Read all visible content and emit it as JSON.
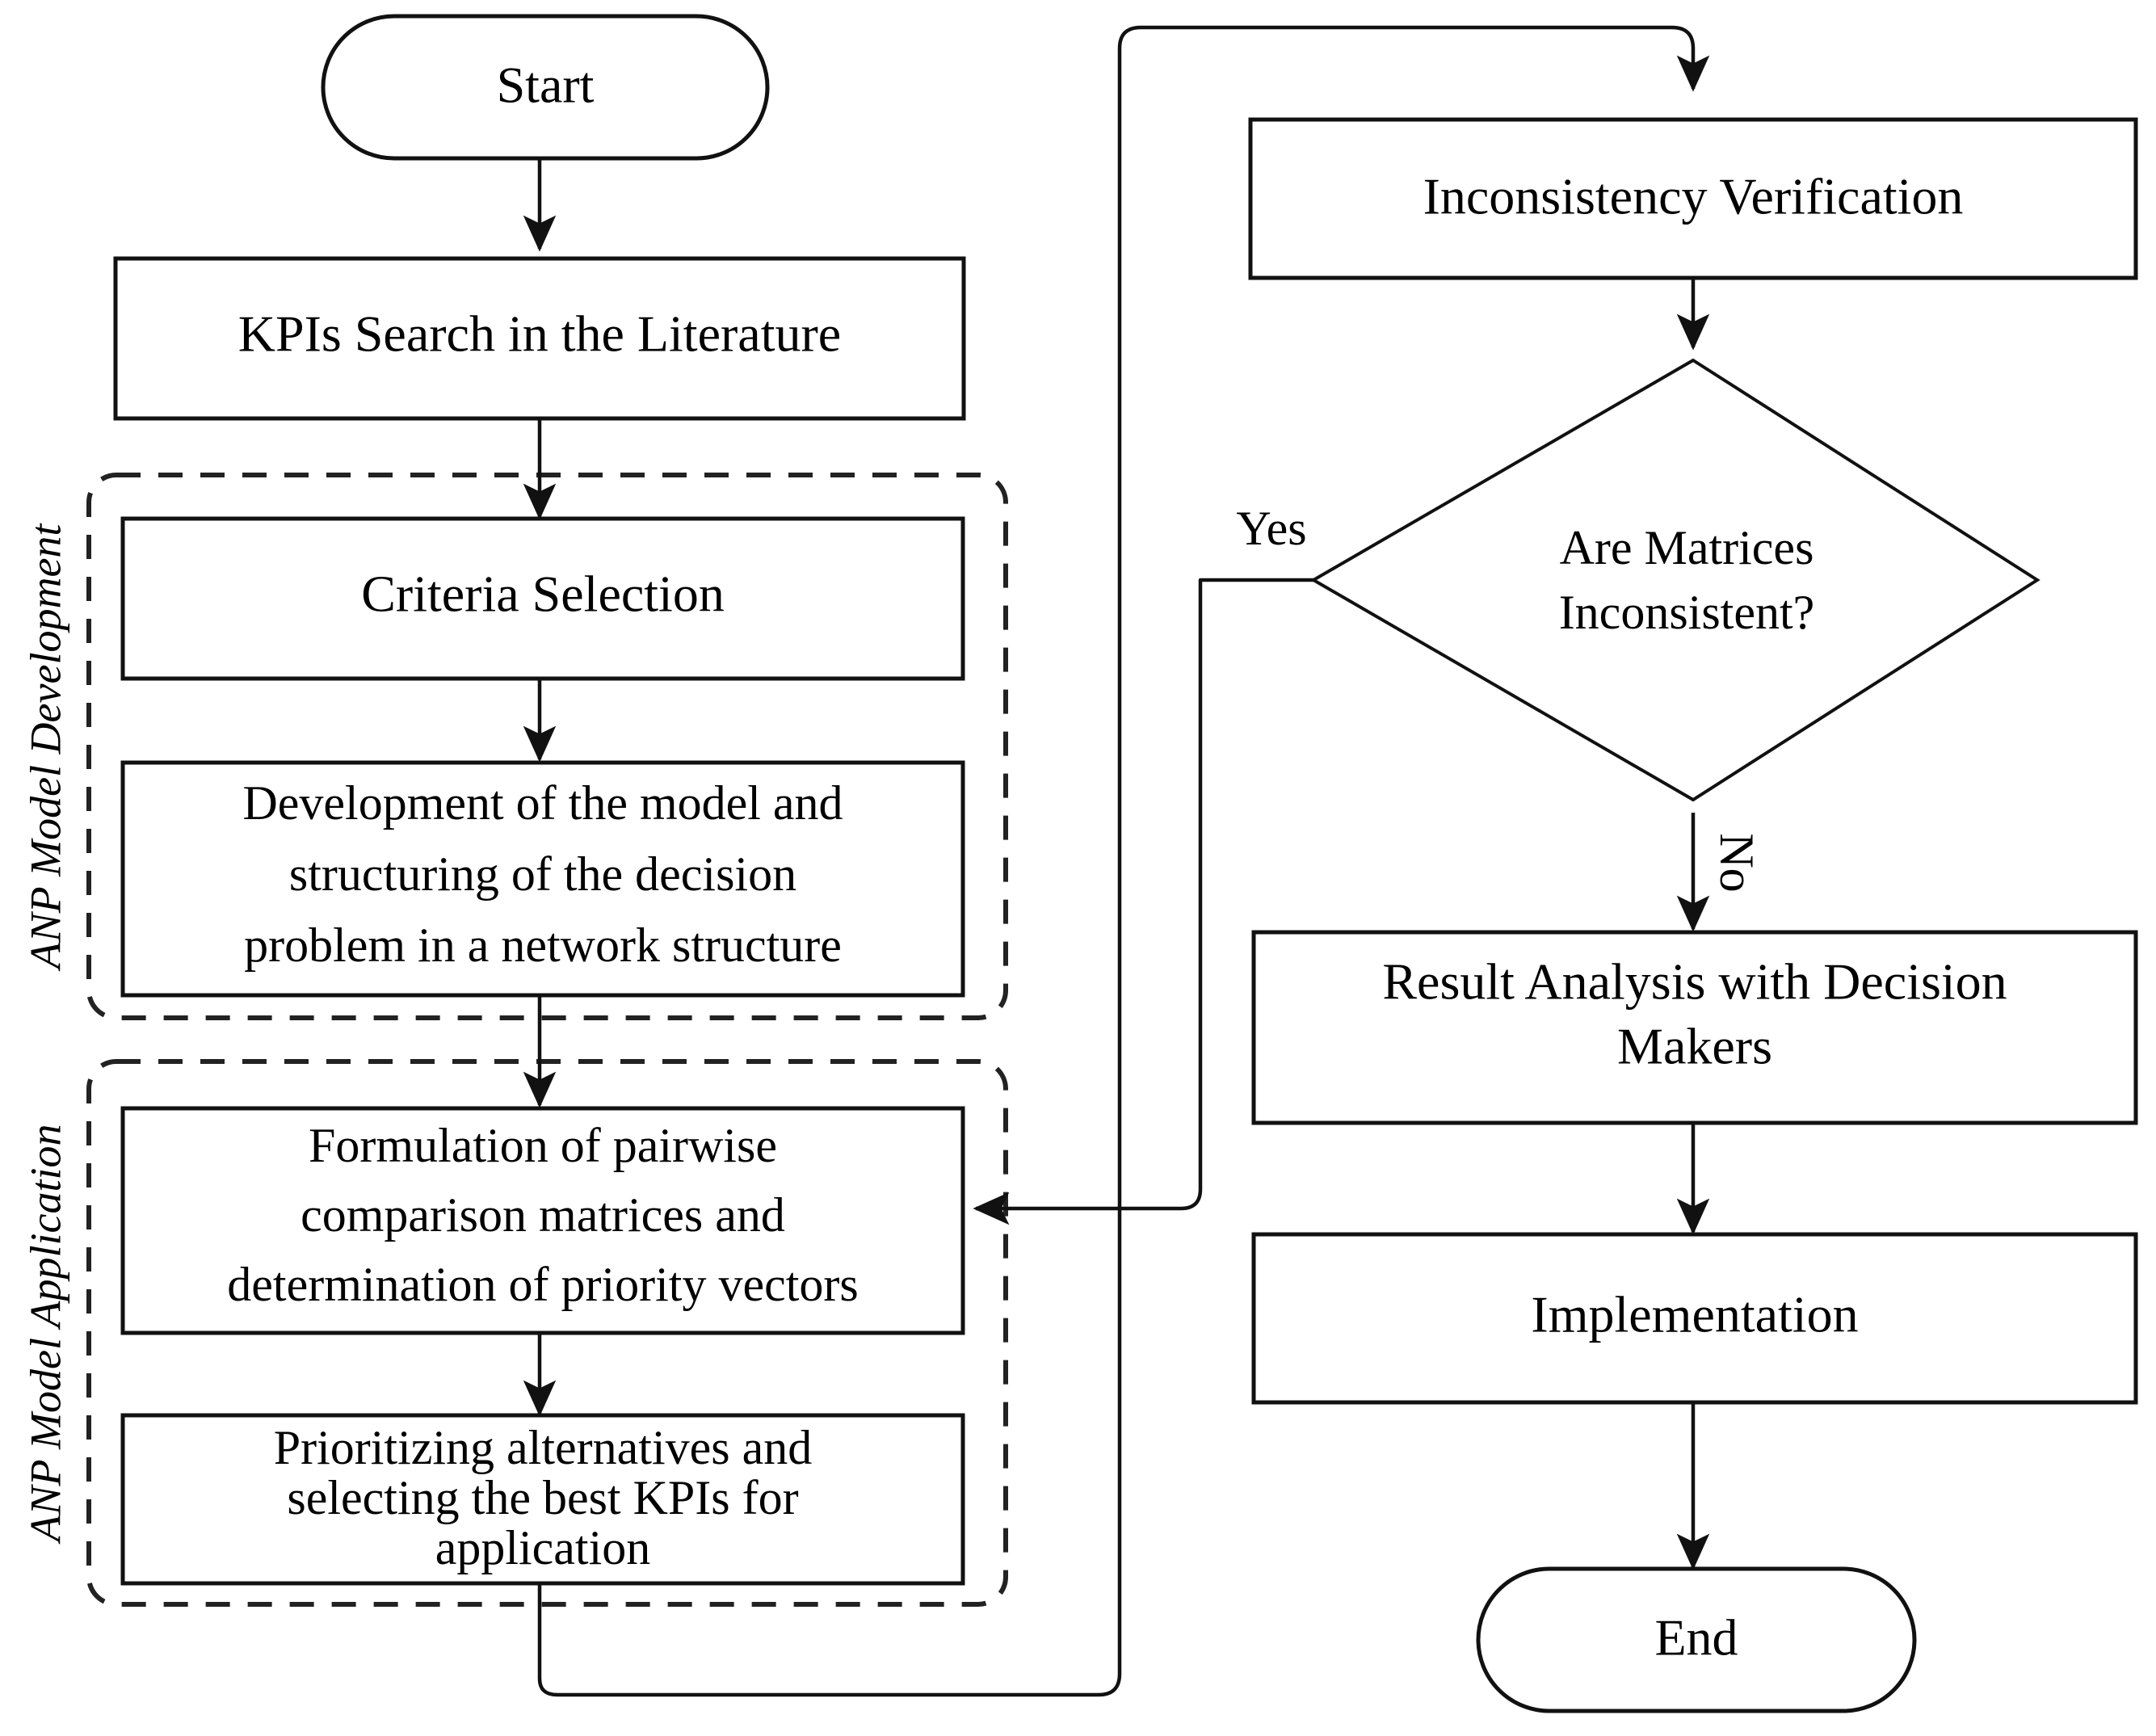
{
  "diagram": {
    "type": "flowchart",
    "title": "ANP KPI Selection Methodology Flowchart",
    "background_color": "#ffffff",
    "line_color": "#111111",
    "nodes": [
      {
        "id": "start",
        "shape": "terminator",
        "label": "Start"
      },
      {
        "id": "kpi_search",
        "shape": "process",
        "label": "KPIs Search in the Literature"
      },
      {
        "id": "criteria",
        "shape": "process",
        "label": "Criteria Selection"
      },
      {
        "id": "development",
        "shape": "process",
        "label_lines": [
          "Development of the model and",
          "structuring of the decision",
          "problem in a network structure"
        ]
      },
      {
        "id": "formulation",
        "shape": "process",
        "label_lines": [
          "Formulation of pairwise",
          "comparison matrices and",
          "determination of priority vectors"
        ]
      },
      {
        "id": "prioritizing",
        "shape": "process",
        "label_lines": [
          "Prioritizing alternatives and",
          "selecting the best KPIs for",
          "application"
        ]
      },
      {
        "id": "inconsistency",
        "shape": "process",
        "label": "Inconsistency Verification"
      },
      {
        "id": "decision",
        "shape": "decision",
        "label_lines": [
          "Are Matrices",
          "Inconsistent?"
        ]
      },
      {
        "id": "result",
        "shape": "process",
        "label_lines": [
          "Result Analysis with Decision",
          "Makers"
        ]
      },
      {
        "id": "implementation",
        "shape": "process",
        "label": "Implementation"
      },
      {
        "id": "end",
        "shape": "terminator",
        "label": "End"
      }
    ],
    "groups": [
      {
        "id": "anp_development",
        "label": "ANP Model Development",
        "style": "dashed",
        "members": [
          "criteria",
          "development"
        ]
      },
      {
        "id": "anp_application",
        "label": "ANP Model Application",
        "style": "dashed",
        "members": [
          "formulation",
          "prioritizing"
        ]
      }
    ],
    "edges": [
      {
        "from": "start",
        "to": "kpi_search",
        "label": ""
      },
      {
        "from": "kpi_search",
        "to": "criteria",
        "label": ""
      },
      {
        "from": "criteria",
        "to": "development",
        "label": ""
      },
      {
        "from": "development",
        "to": "formulation",
        "label": ""
      },
      {
        "from": "formulation",
        "to": "prioritizing",
        "label": ""
      },
      {
        "from": "prioritizing",
        "to": "inconsistency",
        "label": ""
      },
      {
        "from": "inconsistency",
        "to": "decision",
        "label": ""
      },
      {
        "from": "decision",
        "to": "formulation",
        "label": "Yes"
      },
      {
        "from": "decision",
        "to": "result",
        "label": "No"
      },
      {
        "from": "result",
        "to": "implementation",
        "label": ""
      },
      {
        "from": "implementation",
        "to": "end",
        "label": ""
      }
    ],
    "edge_labels": {
      "yes": "Yes",
      "no": "No"
    }
  }
}
